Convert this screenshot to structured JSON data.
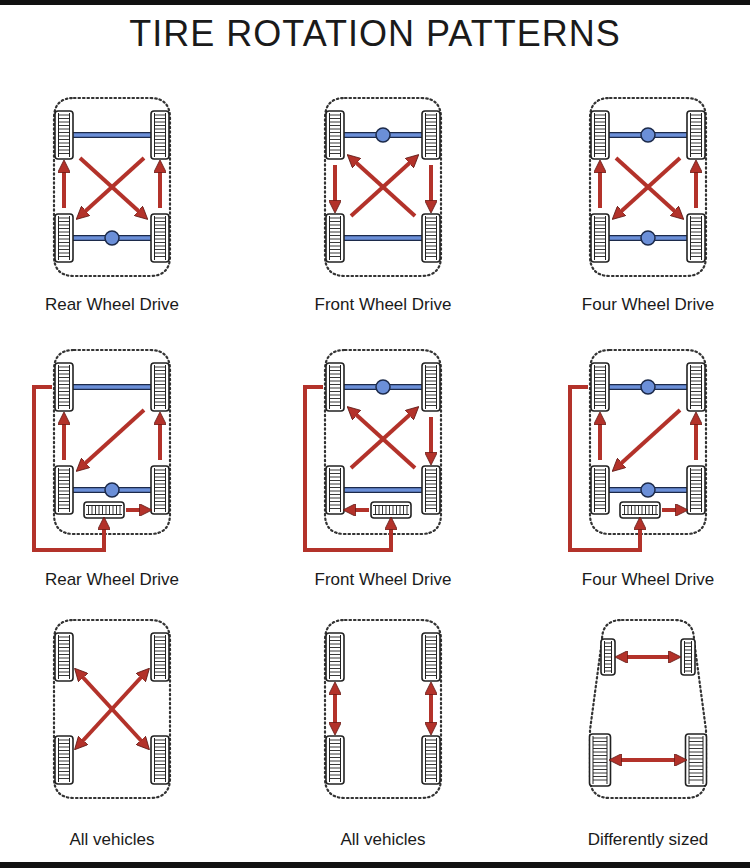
{
  "diagram": {
    "title": "TIRE ROTATION PATTERNS",
    "labels": [
      "Rear Wheel Drive",
      "Front Wheel Drive",
      "Four Wheel Drive",
      "Rear Wheel Drive",
      "Front Wheel Drive",
      "Four Wheel Drive",
      "All vehicles",
      "All vehicles",
      "Differently sized"
    ]
  }
}
